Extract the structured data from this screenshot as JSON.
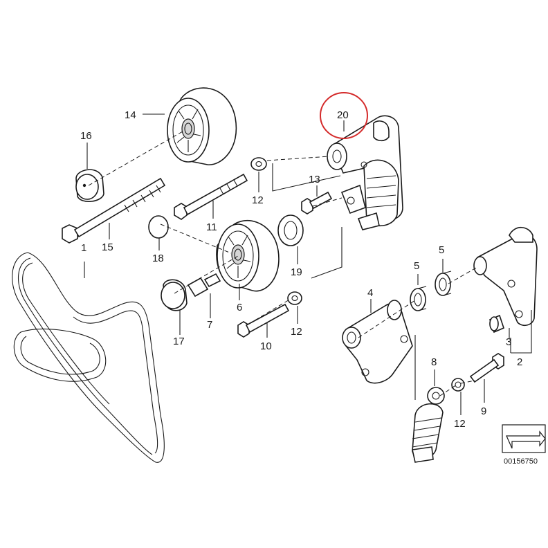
{
  "diagram_code": "00156750",
  "highlight_color": "#d42a2a",
  "line_color": "#1a1a1a",
  "callouts": {
    "n1": "1",
    "n2": "2",
    "n3": "3",
    "n4": "4",
    "n5a": "5",
    "n5b": "5",
    "n6": "6",
    "n7": "7",
    "n8": "8",
    "n9": "9",
    "n10": "10",
    "n11": "11",
    "n12a": "12",
    "n12b": "12",
    "n12c": "12",
    "n13": "13",
    "n14": "14",
    "n15": "15",
    "n16": "16",
    "n17": "17",
    "n18": "18",
    "n19": "19",
    "n20": "20"
  },
  "icons": {
    "orientation": "arrow-icon"
  }
}
